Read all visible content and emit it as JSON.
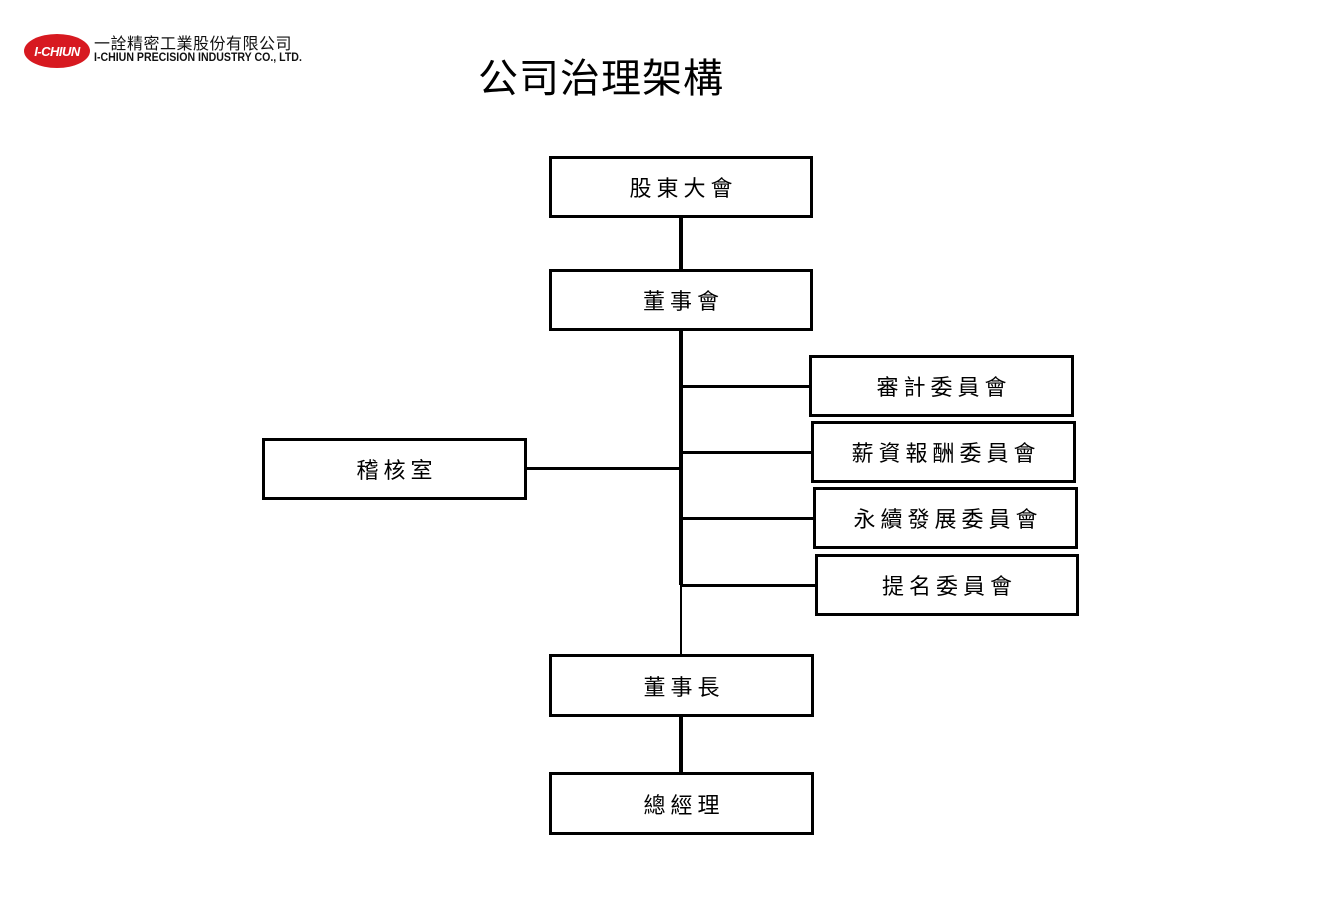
{
  "logo": {
    "badge_text": "I-CHIUN",
    "chinese_name": "一詮精密工業股份有限公司",
    "english_name": "I-CHIUN PRECISION INDUSTRY CO., LTD.",
    "badge_color": "#d71920"
  },
  "page": {
    "title": "公司治理架構"
  },
  "org_chart": {
    "nodes": {
      "shareholders": "股東大會",
      "board": "董事會",
      "audit_committee": "審計委員會",
      "compensation_committee": "薪資報酬委員會",
      "sustainability_committee": "永續發展委員會",
      "nomination_committee": "提名委員會",
      "internal_audit": "稽核室",
      "chairman": "董事長",
      "general_manager": "總經理"
    }
  }
}
